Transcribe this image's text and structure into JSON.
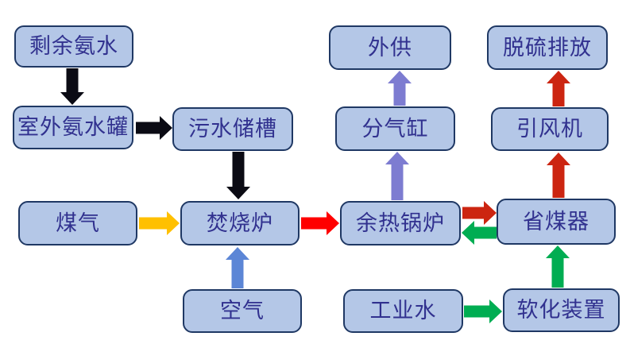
{
  "diagram": {
    "background_color": "#ffffff",
    "box_style": {
      "fill": "#b4c7e7",
      "border": "#1f3864",
      "text_color": "#31318f"
    },
    "arrow_colors": {
      "black": "#0b0b14",
      "yellow": "#ffc000",
      "red": "#ff0000",
      "dark_red": "#cc2511",
      "green": "#00ad52",
      "purple": "#7d7cd1",
      "blue": "#5c86d6"
    },
    "nodes": [
      {
        "id": "surplus-ammonia",
        "label": "剩余氨水"
      },
      {
        "id": "outdoor-ammonia-tank",
        "label": "室外氨水罐"
      },
      {
        "id": "sewage-storage-tank",
        "label": "污水储槽"
      },
      {
        "id": "coal-gas",
        "label": "煤气"
      },
      {
        "id": "incinerator",
        "label": "焚烧炉"
      },
      {
        "id": "air",
        "label": "空气"
      },
      {
        "id": "waste-heat-boiler",
        "label": "余热锅炉"
      },
      {
        "id": "steam-distributor",
        "label": "分气缸"
      },
      {
        "id": "external-supply",
        "label": "外供"
      },
      {
        "id": "economizer",
        "label": "省煤器"
      },
      {
        "id": "induced-draft-fan",
        "label": "引风机"
      },
      {
        "id": "desulfurization-discharge",
        "label": "脱硫排放"
      },
      {
        "id": "industrial-water",
        "label": "工业水"
      },
      {
        "id": "softening-unit",
        "label": "软化装置"
      }
    ],
    "flows": [
      {
        "from": "剩余氨水",
        "to": "室外氨水罐",
        "color": "black"
      },
      {
        "from": "室外氨水罐",
        "to": "污水储槽",
        "color": "black"
      },
      {
        "from": "污水储槽",
        "to": "焚烧炉",
        "color": "black"
      },
      {
        "from": "煤气",
        "to": "焚烧炉",
        "color": "yellow"
      },
      {
        "from": "空气",
        "to": "焚烧炉",
        "color": "blue"
      },
      {
        "from": "焚烧炉",
        "to": "余热锅炉",
        "color": "red"
      },
      {
        "from": "余热锅炉",
        "to": "分气缸",
        "color": "purple"
      },
      {
        "from": "分气缸",
        "to": "外供",
        "color": "purple"
      },
      {
        "from": "余热锅炉",
        "to": "省煤器",
        "color": "dark_red"
      },
      {
        "from": "省煤器",
        "to": "余热锅炉",
        "color": "green"
      },
      {
        "from": "省煤器",
        "to": "引风机",
        "color": "dark_red"
      },
      {
        "from": "引风机",
        "to": "脱硫排放",
        "color": "dark_red"
      },
      {
        "from": "工业水",
        "to": "软化装置",
        "color": "green"
      },
      {
        "from": "软化装置",
        "to": "省煤器",
        "color": "green"
      }
    ]
  }
}
